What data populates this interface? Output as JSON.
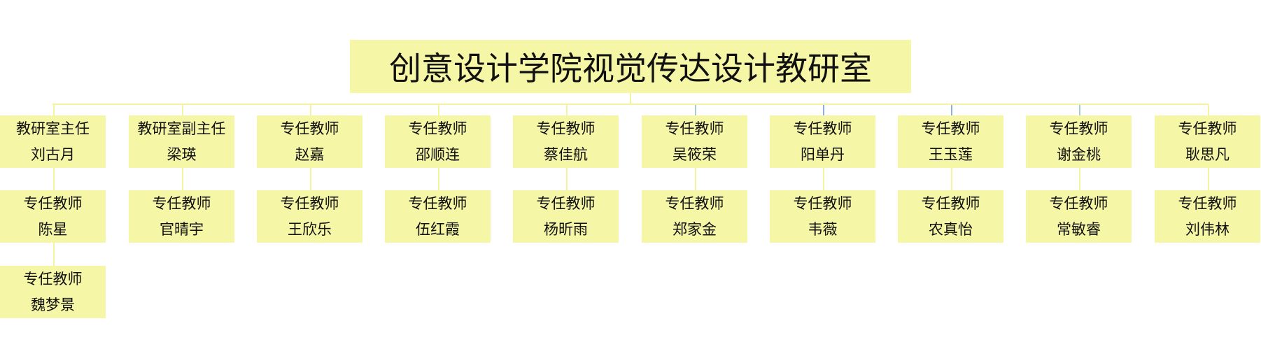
{
  "title": "创意设计学院视觉传达设计教研室",
  "columns": [
    {
      "members": [
        {
          "role": "教研室主任",
          "name": "刘古月"
        },
        {
          "role": "专任教师",
          "name": "陈星"
        },
        {
          "role": "专任教师",
          "name": "魏梦景"
        }
      ]
    },
    {
      "members": [
        {
          "role": "教研室副主任",
          "name": "梁瑛"
        },
        {
          "role": "专任教师",
          "name": "官晴宇"
        }
      ]
    },
    {
      "members": [
        {
          "role": "专任教师",
          "name": "赵嘉"
        },
        {
          "role": "专任教师",
          "name": "王欣乐"
        }
      ]
    },
    {
      "members": [
        {
          "role": "专任教师",
          "name": "邵顺连"
        },
        {
          "role": "专任教师",
          "name": "伍红霞"
        }
      ]
    },
    {
      "members": [
        {
          "role": "专任教师",
          "name": "蔡佳航"
        },
        {
          "role": "专任教师",
          "name": "杨昕雨"
        }
      ]
    },
    {
      "members": [
        {
          "role": "专任教师",
          "name": "吴筱荣"
        },
        {
          "role": "专任教师",
          "name": "郑家金"
        }
      ]
    },
    {
      "members": [
        {
          "role": "专任教师",
          "name": "阳单丹"
        },
        {
          "role": "专任教师",
          "name": "韦薇"
        }
      ]
    },
    {
      "members": [
        {
          "role": "专任教师",
          "name": "王玉莲"
        },
        {
          "role": "专任教师",
          "name": "农真怡"
        }
      ]
    },
    {
      "members": [
        {
          "role": "专任教师",
          "name": "谢金桃"
        },
        {
          "role": "专任教师",
          "name": "常敏睿"
        }
      ]
    },
    {
      "members": [
        {
          "role": "专任教师",
          "name": "耿思凡"
        },
        {
          "role": "专任教师",
          "name": "刘伟林"
        }
      ]
    }
  ],
  "colors": {
    "box": "#f5f6a6",
    "connector": "#f3f3a0",
    "connector_alt": "#a9cccc",
    "connector_blue": "#8eaee0"
  }
}
